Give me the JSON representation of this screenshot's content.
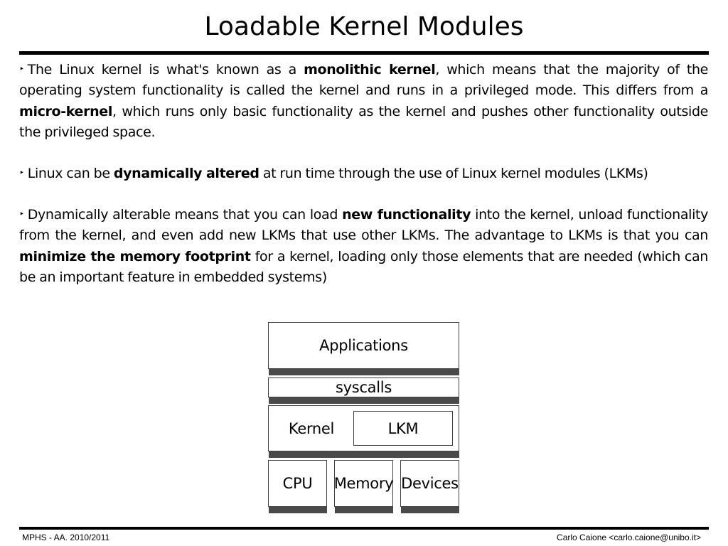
{
  "slide": {
    "title": "Loadable Kernel Modules"
  },
  "paragraphs": {
    "p1": {
      "bullet": "‣",
      "t1": "The Linux kernel is what's known as a ",
      "b1": "monolithic kernel",
      "t2": ", which means that the majority of the operating system functionality is called the kernel and runs in a privileged mode. This differs from a ",
      "b2": "micro-kernel",
      "t3": ", which runs only basic functionality as the kernel and pushes other functionality outside the privileged space."
    },
    "p2": {
      "bullet": "‣",
      "t1": "Linux can be ",
      "b1": "dynamically altered",
      "t2": " at run time through the use of Linux kernel modules (LKMs)"
    },
    "p3": {
      "bullet": "‣",
      "t1": "Dynamically alterable means that you can load ",
      "b1": "new functionality",
      "t2": " into the kernel, unload functionality from the kernel, and even add new LKMs that use other LKMs. The advantage to LKMs is that you can ",
      "b2": "minimize the memory footprint",
      "t3": " for a kernel, loading only those elements that are needed (which can be an important feature in embedded systems)"
    }
  },
  "diagram": {
    "applications": "Applications",
    "syscalls": "syscalls",
    "kernel": "Kernel",
    "lkm": "LKM",
    "cpu": "CPU",
    "memory": "Memory",
    "devices": "Devices",
    "shadow_color": "#4a4a4a",
    "border_color": "#404040"
  },
  "footer": {
    "left": "MPHS - AA. 2010/2011",
    "right": "Carlo Caione <carlo.caione@unibo.it>"
  }
}
